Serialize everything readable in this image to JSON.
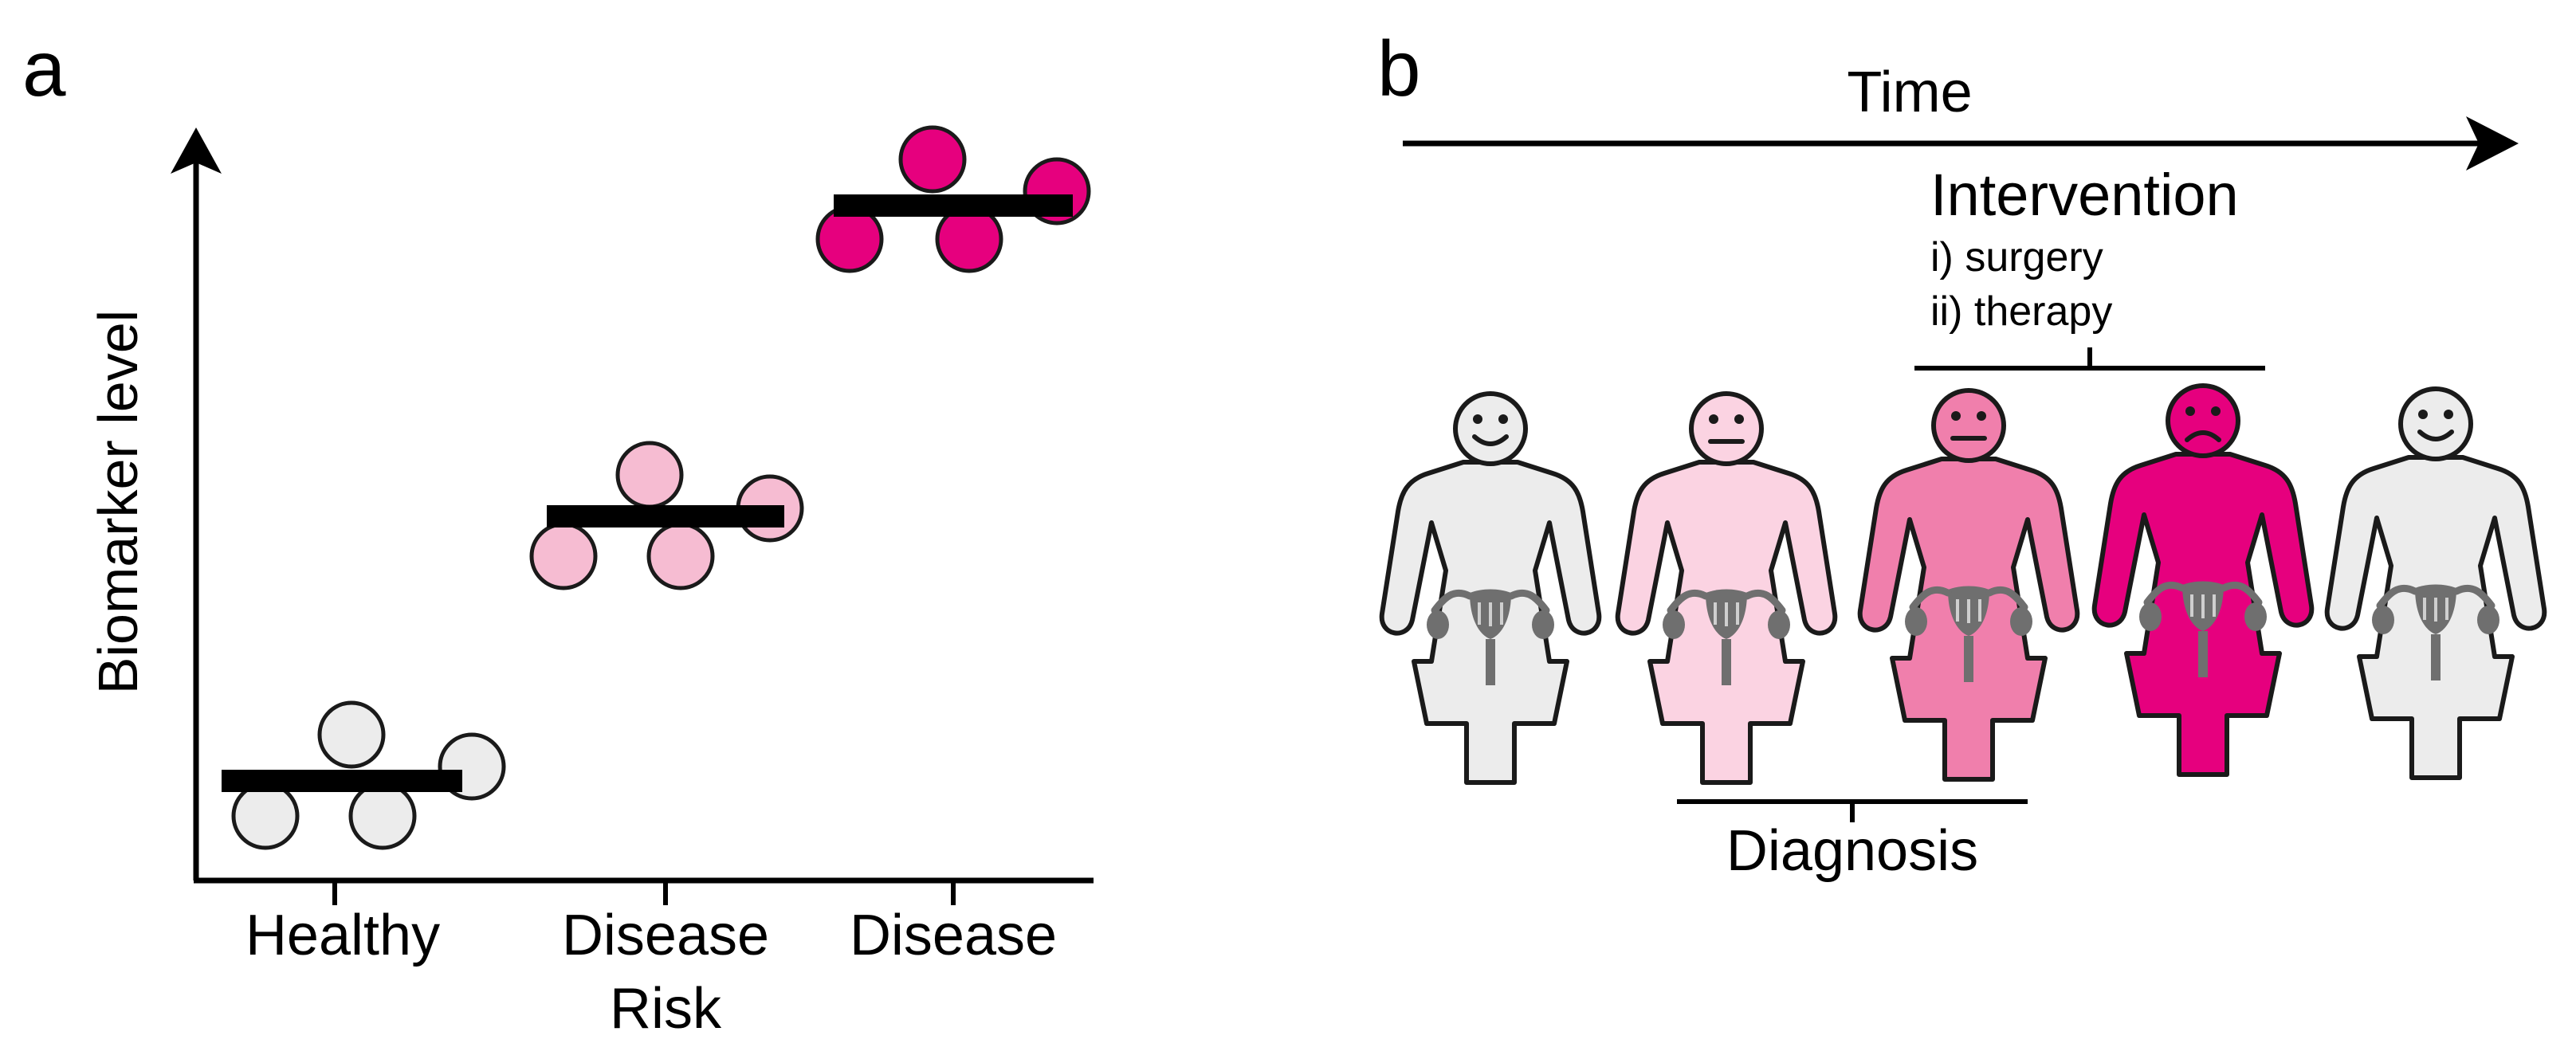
{
  "colors": {
    "healthy": "#ececec",
    "risk": "#f6bcd2",
    "disease": "#e6007e",
    "figure_risk_light": "#fbd3e2",
    "figure_mid": "#f07fac",
    "outline": "#1a1a1a",
    "organ": "#6f6f6f"
  },
  "panel_a": {
    "letter": "a",
    "ylabel": "Biomarker level",
    "groups": [
      {
        "label_lines": [
          "Healthy"
        ],
        "color_key": "healthy",
        "level": 1
      },
      {
        "label_lines": [
          "Disease",
          "Risk"
        ],
        "color_key": "risk",
        "level": 2
      },
      {
        "label_lines": [
          "Disease"
        ],
        "color_key": "disease",
        "level": 3
      }
    ]
  },
  "panel_b": {
    "letter": "b",
    "time_label": "Time",
    "intervention": {
      "title": "Intervention",
      "items": [
        "i) surgery",
        "ii) therapy"
      ]
    },
    "diagnosis_label": "Diagnosis",
    "people": [
      {
        "state": "healthy",
        "face": "smile",
        "color_key": "healthy"
      },
      {
        "state": "risk",
        "face": "neutral",
        "color_key": "figure_risk_light"
      },
      {
        "state": "early-disease",
        "face": "neutral",
        "color_key": "figure_mid"
      },
      {
        "state": "disease",
        "face": "sad",
        "color_key": "disease"
      },
      {
        "state": "recovered",
        "face": "smile",
        "color_key": "healthy"
      }
    ]
  }
}
